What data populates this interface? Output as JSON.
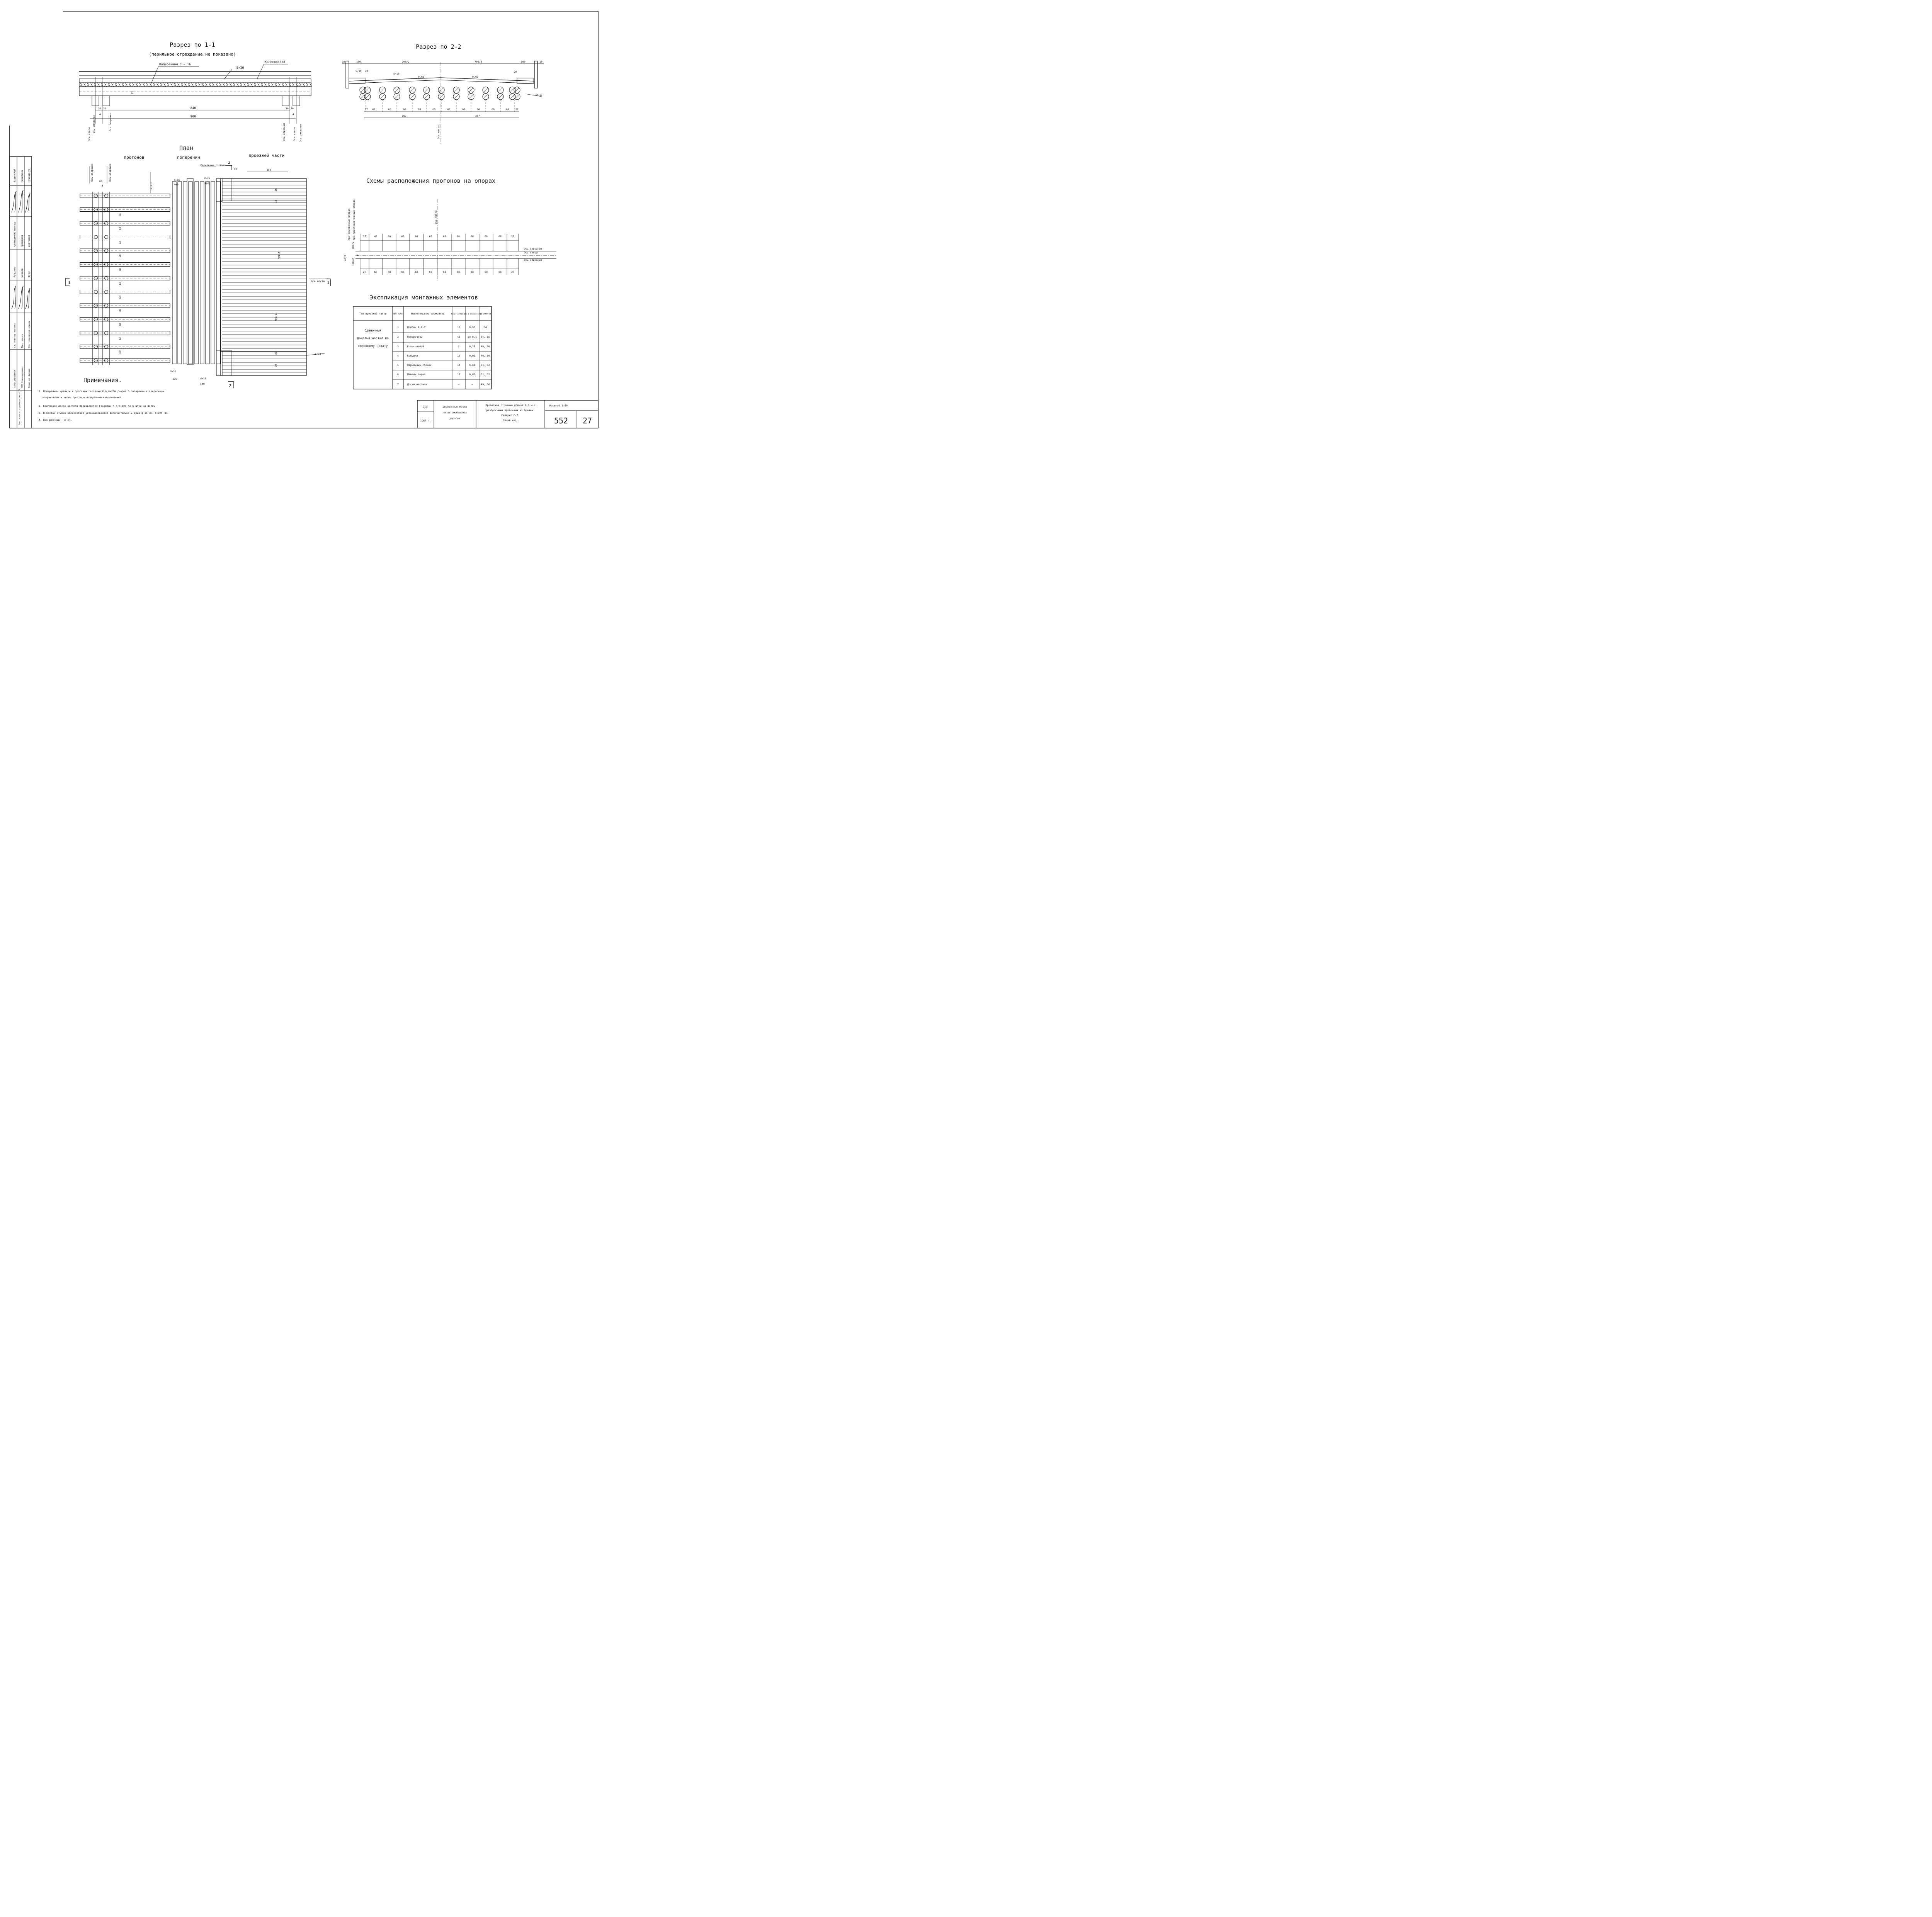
{
  "section11": {
    "title": "Разрез по 1-1",
    "subtitle": "(перильное ограждение не показано)",
    "label_crossbeams": "Поперечины d = 16",
    "label_wheelguard": "Колесоотбой",
    "label_board": "5×20",
    "dim_53": "53",
    "dim_840": "840",
    "dim_900": "900",
    "dim_30": "30",
    "dim_4": "4",
    "axis_bearing": "Ось опирания",
    "axis_support": "Ось опоры"
  },
  "section22": {
    "title": "Разрез по 2-2",
    "dim_100": "100",
    "dim_10": "10",
    "dim_700_2": "700/2",
    "dim_5x10": "5×10",
    "dim_20": "20",
    "slope": "0,02",
    "dim_d16": "d=16",
    "spacing_edge": "27",
    "spacing_68": "68",
    "dim_367": "367",
    "axis_bridge": "Ось моста"
  },
  "plan": {
    "title": "План",
    "label_runners": "прогонов",
    "label_crossbeams": "поперечин",
    "label_deck": "проезжей части",
    "runner_mark": "К-9-Р",
    "rail_posts": "Перильные стойки",
    "dim_60": "60",
    "dim_4": "4",
    "dim_d16": "d=16",
    "dim_400": "400",
    "dim_460": "460",
    "dim_325": "325",
    "dim_540": "540",
    "dim_150": "150",
    "dim_50": "50",
    "dim_30": "30",
    "dim_10": "10",
    "dim_20": "20",
    "dim_68": "68",
    "dim_700_2": "700/2",
    "dim_5x18": "5×18",
    "section_mark_1": "1",
    "section_mark_2": "2",
    "axis_bearing": "Ось опирания",
    "axis_bridge": "Ось моста"
  },
  "support_scheme": {
    "title": "Схемы расположения прогонов на опорах",
    "axis_bridge": "Ось моста",
    "label_timber": "при деревянных опорах",
    "label_concrete": "при пространственных опорах",
    "dim_60_2": "60/2",
    "dim_100_2": "100/2",
    "dim_4": "4",
    "axis_bearing": "Ось опирания",
    "axis_support": "Ось опоры",
    "spacings": [
      "27",
      "68",
      "68",
      "68",
      "68",
      "68",
      "68",
      "68",
      "68",
      "68",
      "68",
      "27"
    ]
  },
  "explication": {
    "title": "Экспликация монтажных элементов",
    "headers": [
      "Тип проезжей части",
      "NN п/п",
      "Наименование элементов",
      "Коли-чество шт",
      "Вес 1 элемента т",
      "NN листов"
    ],
    "type_text": [
      "Одиночный",
      "дощатый настил по",
      "сплошному накату"
    ],
    "rows": [
      {
        "n": "1",
        "name": "Прогон К-9-Р",
        "qty": "13",
        "weight": "0,90",
        "sheets": "34"
      },
      {
        "n": "2",
        "name": "Поперечины",
        "qty": "42",
        "weight": "до 0,1",
        "sheets": "34, 35"
      },
      {
        "n": "3",
        "name": "Колесоотбой",
        "qty": "2",
        "weight": "0,25",
        "sheets": "49, 50"
      },
      {
        "n": "4",
        "name": "Кобылки",
        "qty": "12",
        "weight": "0,02",
        "sheets": "49, 50"
      },
      {
        "n": "5",
        "name": "Перильные стойки",
        "qty": "12",
        "weight": "0,02",
        "sheets": "51, 52"
      },
      {
        "n": "6",
        "name": "Панели перил",
        "qty": "12",
        "weight": "0,05",
        "sheets": "51, 52"
      },
      {
        "n": "7",
        "name": "Доски настила",
        "qty": "—",
        "weight": "—",
        "sheets": "49, 50"
      }
    ]
  },
  "notes": {
    "title": "Примечания.",
    "items": [
      "1. Поперечины крепить к прогонам гвоздями К 6,0×200 /через 5 поперечин в продольном",
      "направлении и через прогон в поперечном направлении/",
      "2. Крепление досок настила производится гвоздями К 4,0×100 по 6 штук на доску",
      "3. В местах стыков колесоотбоя устанавливаются дополнительно 2 ерша φ 16 мм, ℓ=500 мм.",
      "4. Все размеры — в см."
    ]
  },
  "title_block": {
    "org": "СДП",
    "year": "1967 г.",
    "series": [
      "Деревянные мосты",
      "на автомобильных",
      "дорогах"
    ],
    "description": [
      "Пролетное строение длиной 9,0 м с",
      "разбросными прогонами из бревен.",
      "Габарит Г-7.",
      "Общий вид."
    ],
    "scale": "Масштаб 1:50",
    "album": "552",
    "sheet": "27"
  },
  "side_stamp": {
    "col1": [
      "Гипродорпроект",
      "ГПИ Союздорпроект",
      "Киевский филиал"
    ],
    "col2": [
      "Гл. инженер проекта",
      "Нач. отдела",
      "Гл. специалист отдела"
    ],
    "names": [
      "Рудаков",
      "Борцов",
      "Фукс"
    ],
    "col3": [
      "Руководитель бригады",
      "Проверил",
      "Составил"
    ],
    "names2": [
      "Фащинский",
      "Никитина",
      "Пушкарчук"
    ],
    "ministry": [
      "Мин. трансп. строительства СССР"
    ]
  }
}
